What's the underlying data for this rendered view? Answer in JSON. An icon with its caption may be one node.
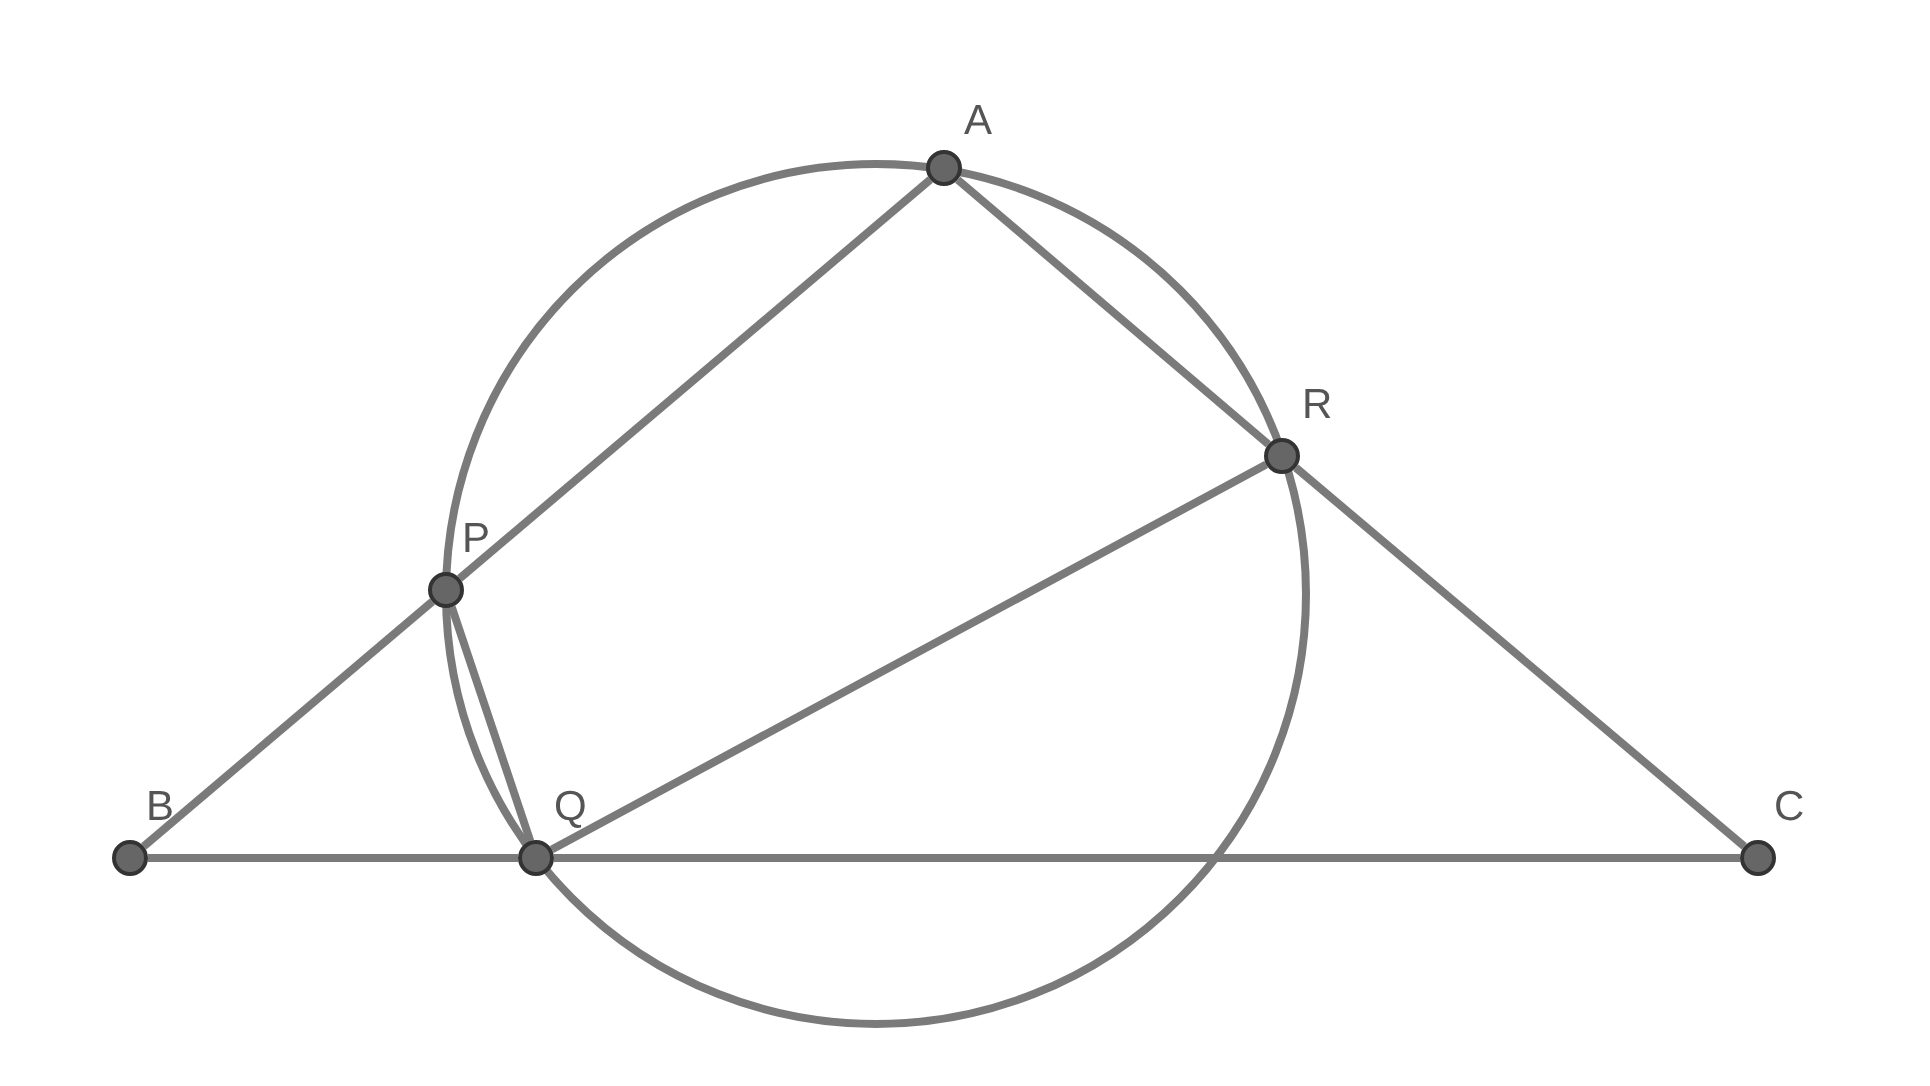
{
  "diagram": {
    "nodes": [
      {
        "text": [
          "A"
        ]
      },
      {
        "text": [
          "R"
        ]
      },
      {
        "text": [
          "P"
        ]
      },
      {
        "text": [
          "B"
        ]
      },
      {
        "text": [
          "Q"
        ]
      },
      {
        "text": [
          "C"
        ]
      }
    ],
    "edges": [
      {
        "from": 0,
        "to": 2,
        "arrow": "none"
      },
      {
        "from": 2,
        "to": 3,
        "arrow": "none"
      },
      {
        "from": 0,
        "to": 1,
        "arrow": "none"
      },
      {
        "from": 1,
        "to": 5,
        "arrow": "none"
      },
      {
        "from": 3,
        "to": 4,
        "arrow": "none"
      },
      {
        "from": 4,
        "to": 5,
        "arrow": "none"
      },
      {
        "from": 2,
        "to": 4,
        "arrow": "none"
      },
      {
        "from": 4,
        "to": 1,
        "arrow": "none"
      }
    ]
  }
}
